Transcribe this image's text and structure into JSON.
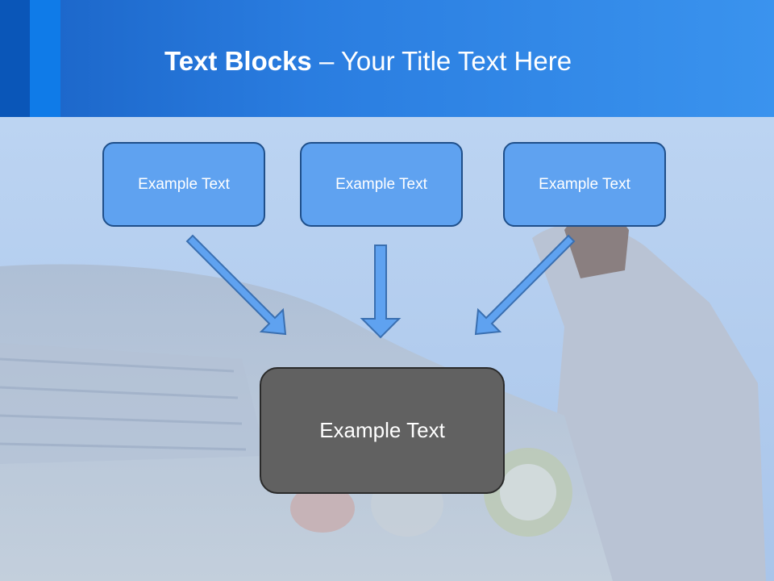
{
  "slide": {
    "title_bold": "Text Blocks",
    "title_separator": "–",
    "title_rest": "Your Title Text Here"
  },
  "blocks": [
    {
      "label": "Example Text"
    },
    {
      "label": "Example Text"
    },
    {
      "label": "Example Text"
    }
  ],
  "center_block": {
    "label": "Example Text"
  },
  "colors": {
    "header": "#2a7de0",
    "block_fill": "#5fa2f0",
    "block_border": "#1f4f8a",
    "center_fill": "#616161",
    "arrow_fill": "#5fa2f0"
  }
}
